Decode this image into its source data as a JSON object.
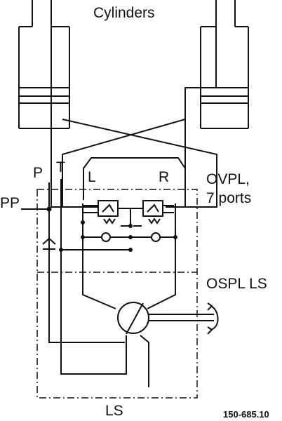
{
  "diagram": {
    "title": "Cylinders",
    "ports": {
      "p": "P",
      "t": "T",
      "l": "L",
      "r": "R",
      "pp": "PP",
      "ls": "LS"
    },
    "blocks": {
      "ovpl_line1": "OVPL,",
      "ovpl_line2": "7 ports",
      "ospl": "OSPL LS"
    },
    "code": "150-685.10"
  },
  "colors": {
    "line": "#111111",
    "background": "#ffffff"
  }
}
